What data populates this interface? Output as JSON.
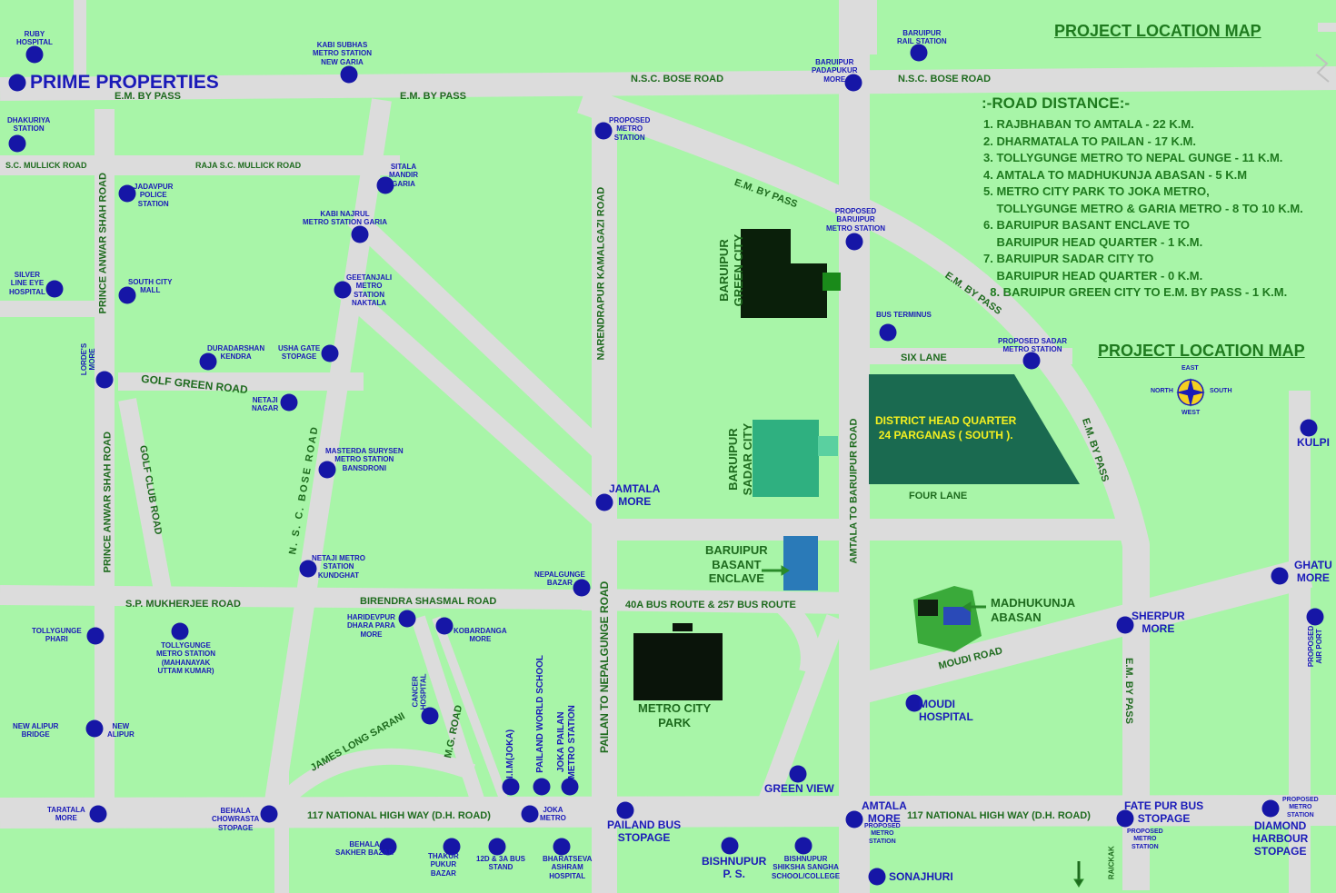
{
  "brand": "PRIME PROPERTIES",
  "titles": {
    "main": "PROJECT LOCATION MAP",
    "secondary": "PROJECT LOCATION MAP"
  },
  "distances": {
    "heading": ":-ROAD DISTANCE:-",
    "items": [
      "1. RAJBHABAN TO AMTALA - 22 K.M.",
      "2. DHARMATALA TO PAILAN - 17 K.M.",
      "3. TOLLYGUNGE METRO TO NEPAL GUNGE - 11 K.M.",
      "4. AMTALA TO MADHUKUNJA ABASAN - 5 K.M",
      "5. METRO CITY PARK TO JOKA METRO,\n    TOLLYGUNGE METRO & GARIA METRO - 8 TO 10 K.M.",
      "6. BARUIPUR BASANT ENCLAVE TO\n    BARUIPUR HEAD QUARTER - 1 K.M.",
      "7. BARUIPUR SADAR CITY TO\n    BARUIPUR HEAD QUARTER - 0 K.M.",
      "  8. BARUIPUR GREEN CITY TO E.M. BY PASS - 1 K.M."
    ]
  },
  "compass": {
    "east": "EAST",
    "west": "WEST",
    "north": "NORTH",
    "south": "SOUTH"
  },
  "roads": {
    "em_bypass_1": "E.M. BY PASS",
    "em_bypass_2": "E.M. BY PASS",
    "em_bypass_3": "E.M. BY PASS",
    "em_bypass_4": "E.M. BY PASS",
    "em_bypass_5": "E.M. BY PASS",
    "em_bypass_6": "E.M. BY PASS",
    "nsc_bose_1": "N.S.C. BOSE ROAD",
    "nsc_bose_2": "N.S.C. BOSE ROAD",
    "nsc_bose_v": "N. S. C. BOSE ROAD",
    "sc_mullick": "S.C. MULLICK ROAD",
    "raja_sc_mullick": "RAJA S.C. MULLICK ROAD",
    "prince_anwar_1": "PRINCE ANWAR SHAH ROAD",
    "prince_anwar_2": "PRINCE ANWAR SHAH ROAD",
    "golf_green": "GOLF GREEN ROAD",
    "golf_club": "GOLF CLUB ROAD",
    "narendrapur": "NARENDRAPUR KAMALGAZI ROAD",
    "pailan_nepalgunge": "PAILAN TO NEPALGUNGE ROAD",
    "amtala_baruipur": "AMTALA TO BARUIPUR ROAD",
    "six_lane": "SIX LANE",
    "four_lane": "FOUR LANE",
    "sp_mukherjee": "S.P. MUKHERJEE ROAD",
    "birendra": "BIRENDRA SHASMAL ROAD",
    "bus_route": "40A BUS ROUTE & 257 BUS ROUTE",
    "moudi": "MOUDI ROAD",
    "james_long": "JAMES  LONG  SARANI",
    "mg_road": "M.G. ROAD",
    "nh117_1": "117  NATIONAL HIGH WAY (D.H. ROAD)",
    "nh117_2": "117  NATIONAL HIGH WAY (D.H. ROAD)"
  },
  "projects": {
    "green_city": "BARUIPUR\nGREEN CITY",
    "sadar_city": "BARUIPUR\nSADAR CITY",
    "basant": "BARUIPUR\nBASANT\nENCLAVE",
    "metro_park": "METRO CITY\nPARK",
    "madhukunja": "MADHUKUNJA\nABASAN",
    "district_hq": "DISTRICT HEAD QUARTER\n24 PARGANAS ( SOUTH )."
  },
  "places": {
    "ruby": "RUBY\nHOSPITAL",
    "kabi_subhas": "KABI SUBHAS\nMETRO STATION\nNEW GARIA",
    "baruipur_rail": "BARUIPUR\nRAIL STATION",
    "padapukur": "BARUIPUR\nPADAPUKUR\nMORE",
    "dhakuriya": "DHAKURIYA\nSTATION",
    "proposed_metro_1": "PROPOSED\nMETRO\nSTATION",
    "jadavpur": "JADAVPUR\nPOLICE\nSTATION",
    "sitala": "SITALA\nMANDIR\nGARIA",
    "kabi_najrul": "KABI NAJRUL\nMETRO STATION GARIA",
    "proposed_baruipur": "PROPOSED\nBARUIPUR\nMETRO STATION",
    "silver_line": "SILVER\nLINE EYE\nHOSPITAL",
    "south_city": "SOUTH CITY\nMALL",
    "geetanjali": "GEETANJALI\nMETRO\nSTATION\nNAKTALA",
    "bus_terminus": "BUS TERMINUS",
    "lordes": "LORDE'S\nMORE",
    "duradarshan": "DURADARSHAN\nKENDRA",
    "usha_gate": "USHA GATE\nSTOPAGE",
    "proposed_sadar": "PROPOSED SADAR\nMETRO STATION",
    "netaji_nagar": "NETAJI\nNAGAR",
    "masterda": "MASTERDA SURYSEN\nMETRO STATION\nBANSDRONI",
    "kulpi": "KULPI",
    "jamtala": "JAMTALA\nMORE",
    "netaji_metro": "NETAJI METRO\nSTATION\nKUNDGHAT",
    "nepalgunge": "NEPALGUNGE\nBAZAR",
    "ghatu": "GHATU\nMORE",
    "tollygunge_phari": "TOLLYGUNGE\nPHARI",
    "tollygunge_metro": "TOLLYGUNGE\nMETRO STATION\n(MAHANAYAK\nUTTAM KUMAR)",
    "haridevpur": "HARIDEVPUR\nDHARA PARA\nMORE",
    "kobardanga": "KOBARDANGA\nMORE",
    "sherpur": "SHERPUR\nMORE",
    "proposed_air": "PROPOSED\nAIR PORT",
    "cancer": "CANCER\nHOSPITAL",
    "iim": "I.I.M(JOKA)",
    "pailand_school": "PAILAND WORLD SCHOOL",
    "joka_pailan": "JOKA PAILAN\nMETRO STATION",
    "moudi_hospital": "MOUDI\nHOSPITAL",
    "new_alipur_bridge": "NEW ALIPUR\nBRIDGE",
    "new_alipur": "NEW\nALIPUR",
    "green_view": "GREEN VIEW",
    "taratala": "TARATALA\nMORE",
    "behala_chowrasta": "BEHALA\nCHOWRASTA\nSTOPAGE",
    "joka_metro": "JOKA\nMETRO",
    "pailand_bus": "PAILAND BUS\nSTOPAGE",
    "amtala": "AMTALA\nMORE",
    "proposed_metro_2": "PROPOSED\nMETRO\nSTATION",
    "fatepur": "FATE PUR BUS\nSTOPAGE",
    "proposed_metro_3": "PROPOSED\nMETRO\nSTATION",
    "diamond": "DIAMOND\nHARBOUR\nSTOPAGE",
    "proposed_metro_4": "PROPOSED\nMETRO\nSTATION",
    "behala_sakher": "BEHALA\nSAKHER BAZAR",
    "thakur_pukur": "THAKUR\nPUKUR\nBAZAR",
    "bus_stand": "12D & 3A BUS\nSTAND",
    "bharatseva": "BHARATSEVA\nASHRAM\nHOSPITAL",
    "bishnupur": "BISHNUPUR\nP. S.",
    "bishnupur_school": "BISHNUPUR\nSHIKSHA SANGHA\nSCHOOL/COLLEGE",
    "sonajhuri": "SONAJHURI",
    "raickak": "RAICKAK"
  },
  "colors": {
    "land": "#a8f5a8",
    "road": "#dcdcdc",
    "text_blue": "#1a1ab8",
    "text_green": "#1e6b1e",
    "dot": "#1616a6",
    "district_hq": "#1a6a50"
  }
}
